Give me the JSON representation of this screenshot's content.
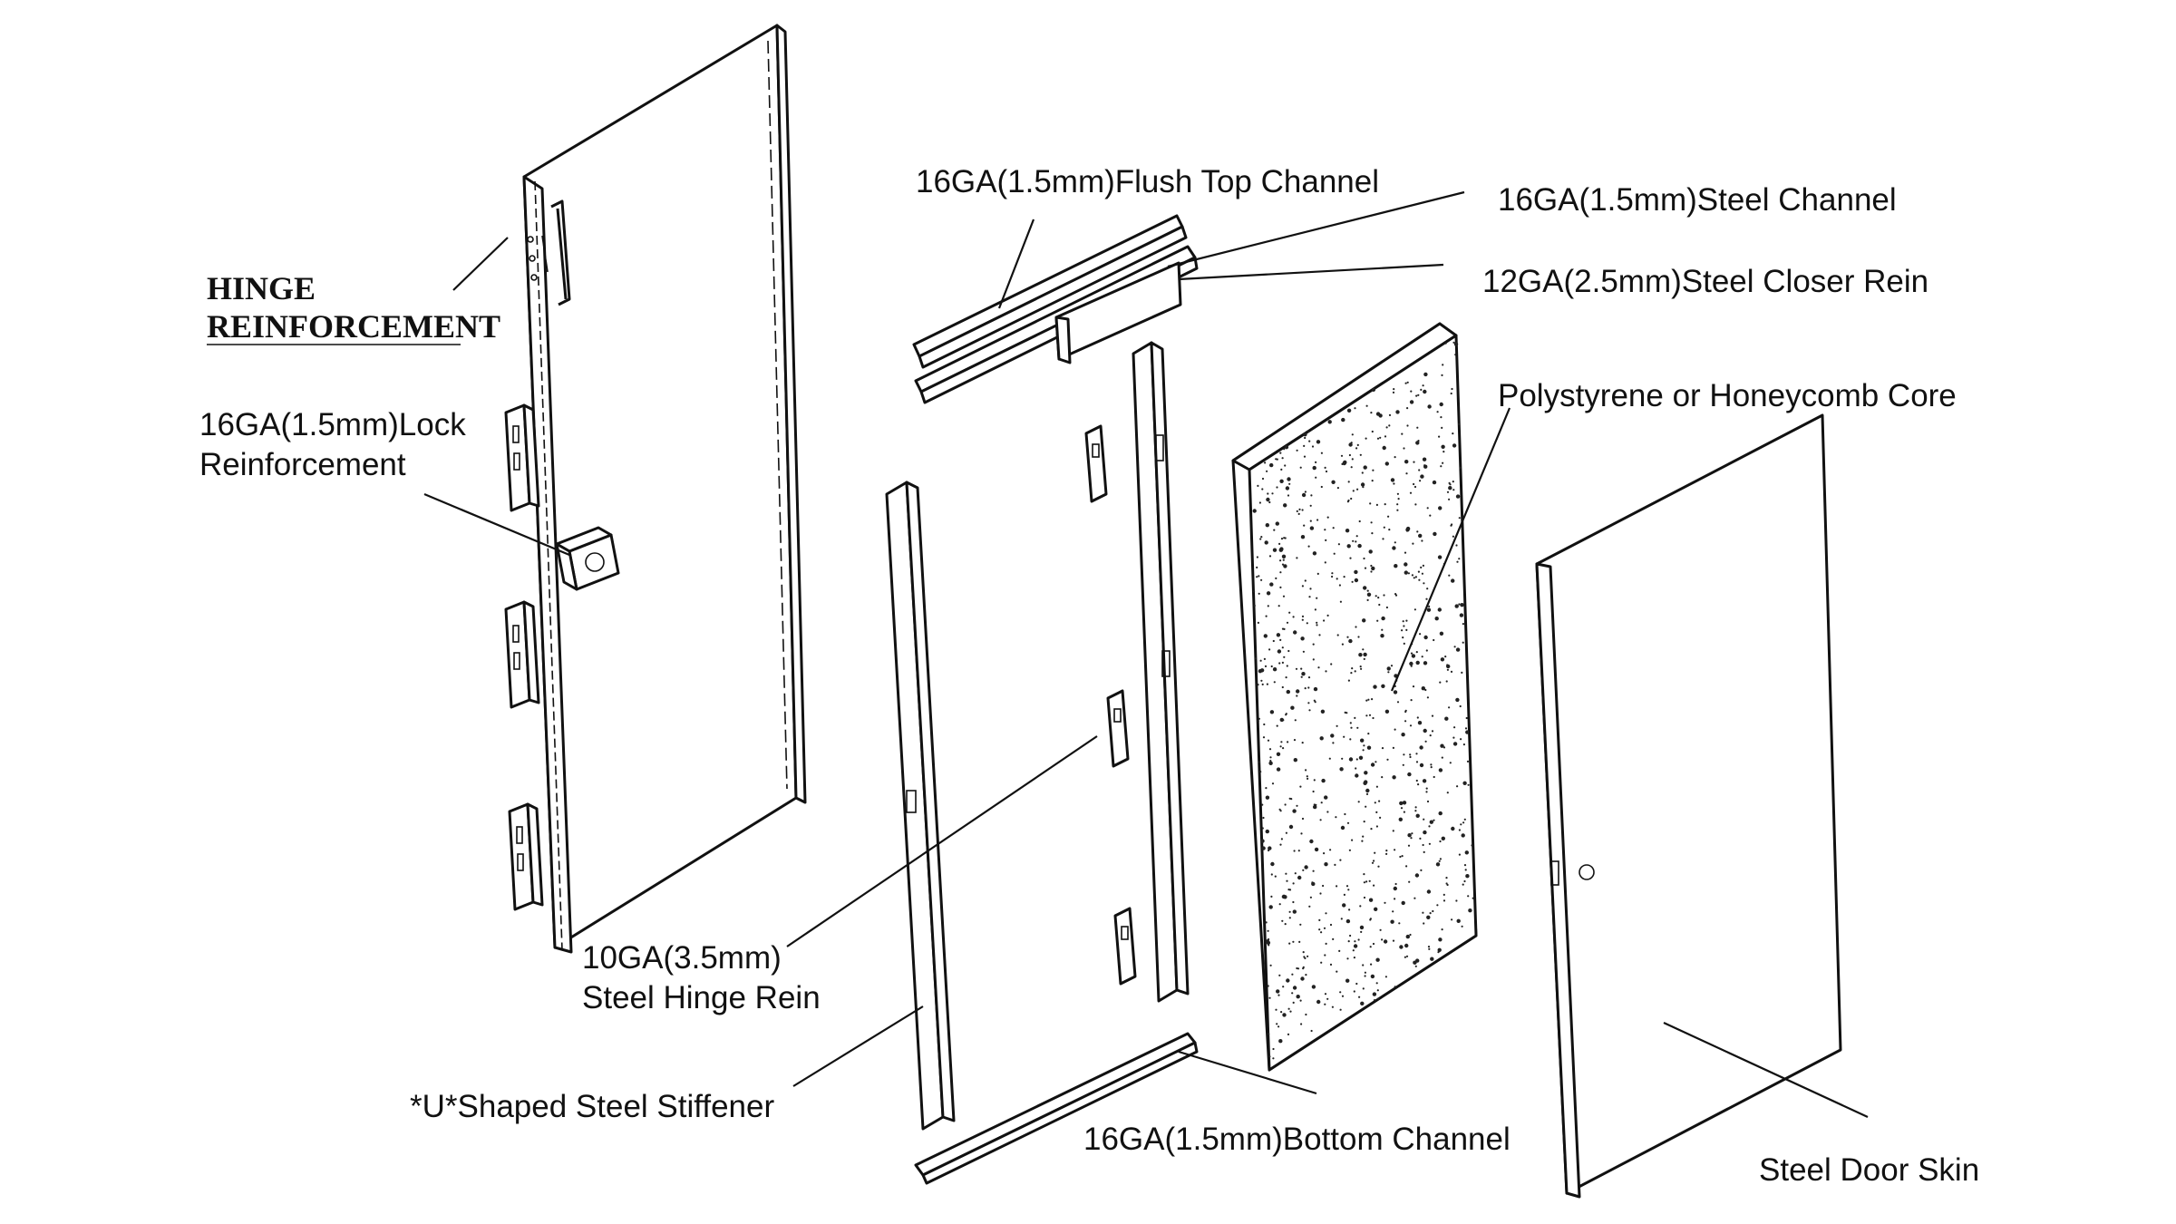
{
  "labels": {
    "hinge_reinforcement_line1": "HINGE",
    "hinge_reinforcement_line2": "REINFORCEMENT",
    "lock_reinforcement_line1": "16GA(1.5mm)Lock",
    "lock_reinforcement_line2": "Reinforcement",
    "flush_top_channel": "16GA(1.5mm)Flush Top Channel",
    "steel_channel": "16GA(1.5mm)Steel Channel",
    "closer_rein": "12GA(2.5mm)Steel Closer Rein",
    "core": "Polystyrene or Honeycomb Core",
    "hinge_rein_line1": "10GA(3.5mm)",
    "hinge_rein_line2": "Steel Hinge Rein",
    "stiffener": "*U*Shaped Steel Stiffener",
    "bottom_channel": "16GA(1.5mm)Bottom Channel",
    "door_skin": "Steel Door Skin"
  },
  "colors": {
    "ink": "#111111",
    "paper": "#ffffff"
  }
}
